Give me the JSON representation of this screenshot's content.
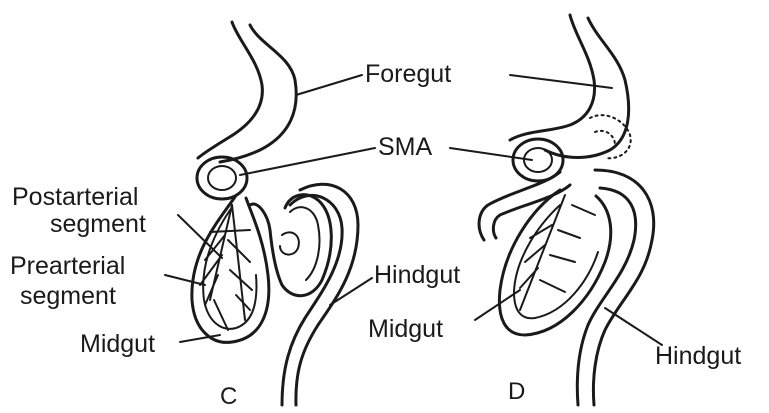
{
  "labels": {
    "foregut": "Foregut",
    "sma": "SMA",
    "postarterial_line1": "Postarterial",
    "postarterial_line2": "segment",
    "prearterial_line1": "Prearterial",
    "prearterial_line2": "segment",
    "midgut_c": "Midgut",
    "hindgut_c": "Hindgut",
    "midgut_d": "Midgut",
    "hindgut_d": "Hindgut"
  },
  "panels": {
    "c": "C",
    "d": "D"
  }
}
